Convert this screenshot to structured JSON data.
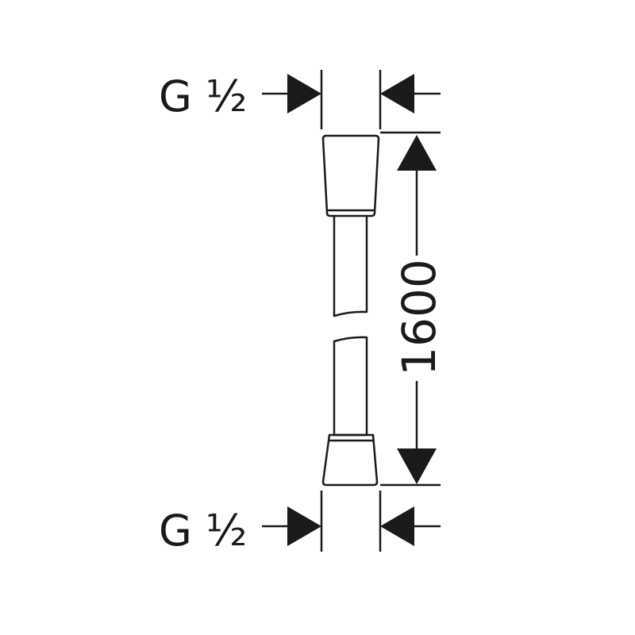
{
  "diagram": {
    "top_connector": {
      "thread_label": "G ½"
    },
    "bottom_connector": {
      "thread_label": "G ½"
    },
    "length_dimension": {
      "value_label": "1600"
    },
    "colors": {
      "line": "#1a1a1a",
      "background": "#ffffff"
    }
  }
}
